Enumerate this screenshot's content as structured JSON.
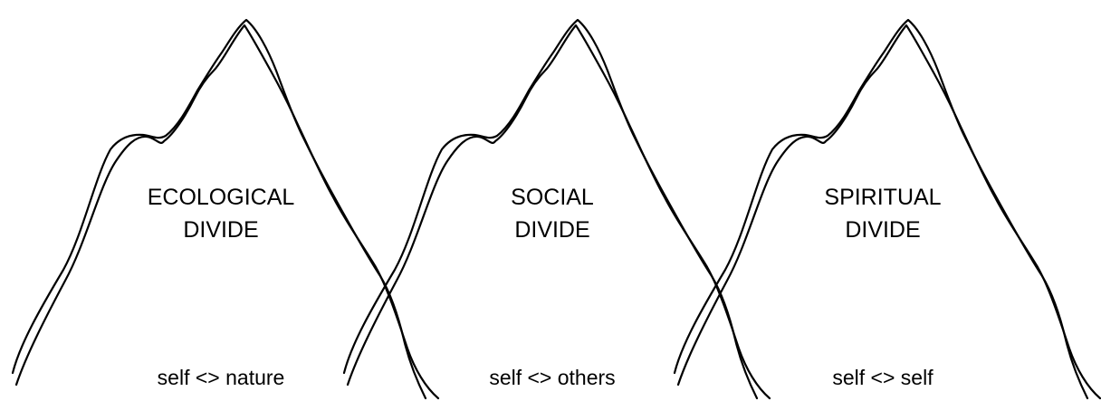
{
  "mountains": [
    {
      "title_line1": "ECOLOGICAL",
      "title_line2": "DIVIDE",
      "relation": "self <> nature"
    },
    {
      "title_line1": "SOCIAL",
      "title_line2": "DIVIDE",
      "relation": "self <> others"
    },
    {
      "title_line1": "SPIRITUAL",
      "title_line2": "DIVIDE",
      "relation": "self <> self"
    }
  ]
}
